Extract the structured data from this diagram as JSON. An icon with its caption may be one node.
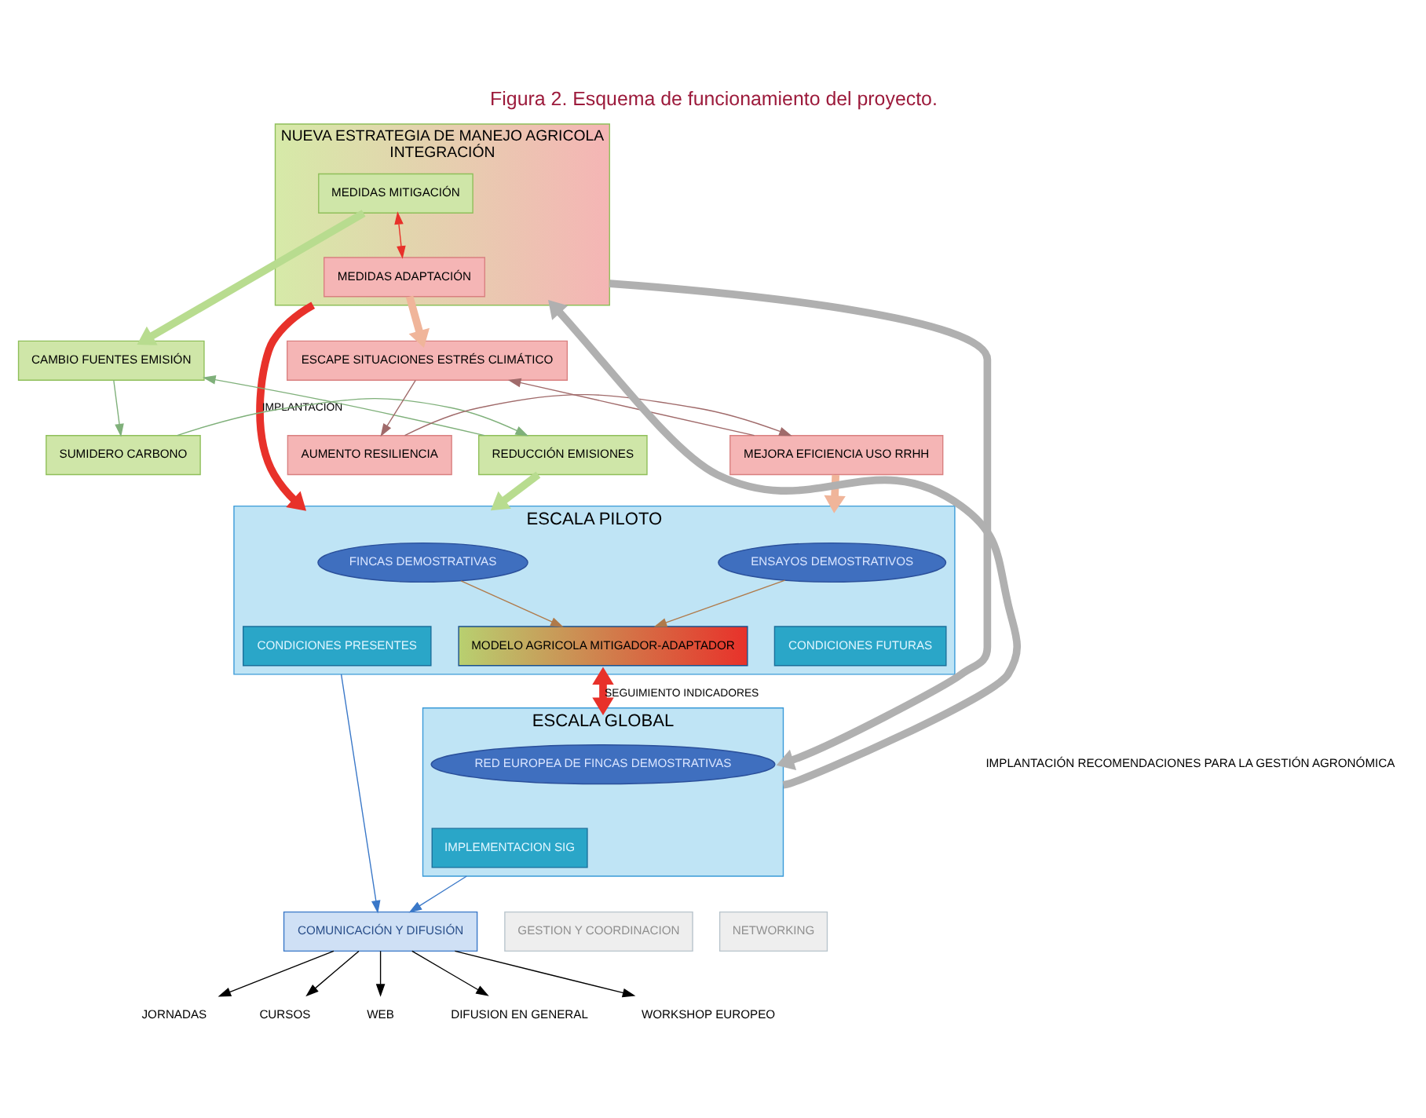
{
  "diagram": {
    "title": "Figura 2. Esquema de funcionamiento del proyecto.",
    "nodes": [
      {
        "text": [
          "NUEVA ESTRATEGIA DE MANEJO AGRICOLA",
          "INTEGRACIÓN"
        ]
      },
      {
        "text": [
          "MEDIDAS MITIGACIÓN"
        ],
        "in": 0
      },
      {
        "text": [
          "MEDIDAS ADAPTACIÓN"
        ],
        "in": 0
      },
      {
        "text": [
          "CAMBIO FUENTES EMISIÓN"
        ]
      },
      {
        "text": [
          "REDUCCIÓN EMISIONES"
        ]
      },
      {
        "text": [
          "SUMIDERO CARBONO"
        ]
      },
      {
        "text": [
          "ESCAPE SITUACIONES ESTRÉS CLIMÁTICO"
        ]
      },
      {
        "text": [
          "MEJORA EFICIENCIA USO RRHH"
        ]
      },
      {
        "text": [
          "AUMENTO RESILIENCIA"
        ]
      },
      {
        "text": [
          "ESCALA PILOTO"
        ]
      },
      {
        "text": [
          "FINCAS DEMOSTRATIVAS"
        ],
        "in": 9
      },
      {
        "text": [
          "ENSAYOS DEMOSTRATIVOS"
        ],
        "in": 9
      },
      {
        "text": [
          "CONDICIONES PRESENTES"
        ],
        "in": 9
      },
      {
        "text": [
          "CONDICIONES FUTURAS"
        ],
        "in": 9
      },
      {
        "text": [
          "MODELO AGRICOLA MITIGADOR-ADAPTADOR"
        ],
        "in": 9
      },
      {
        "text": [
          "ESCALA GLOBAL"
        ]
      },
      {
        "text": [
          "RED EUROPEA DE FINCAS DEMOSTRATIVAS"
        ],
        "in": 15
      },
      {
        "text": [
          "IMPLEMENTACION SIG"
        ],
        "in": 15
      },
      {
        "text": [
          "COMUNICACIÓN Y DIFUSIÓN"
        ]
      },
      {
        "text": [
          "JORNADAS"
        ]
      },
      {
        "text": [
          "CURSOS"
        ]
      },
      {
        "text": [
          "WEB"
        ]
      },
      {
        "text": [
          "DIFUSION EN GENERAL"
        ]
      },
      {
        "text": [
          "WORKSHOP EUROPEO"
        ]
      },
      {
        "text": [
          "GESTION Y COORDINACION"
        ]
      },
      {
        "text": [
          "NETWORKING"
        ]
      }
    ],
    "edges": [
      {
        "from": 1,
        "to": 2,
        "arrow": "both",
        "color": "#e8312a"
      },
      {
        "from": 0,
        "to": 9,
        "arrow": "to",
        "label": "IMPLANTACIÓN",
        "style": "thick",
        "color": "#e8312a"
      },
      {
        "from": 1,
        "to": 3,
        "arrow": "to",
        "style": "thick",
        "color": "#b8dc8f"
      },
      {
        "from": 2,
        "to": 6,
        "arrow": "to",
        "style": "thick",
        "color": "#f0b59a"
      },
      {
        "from": 3,
        "to": 5,
        "arrow": "to",
        "color": "#7fb07a"
      },
      {
        "from": 5,
        "to": 4,
        "arrow": "to",
        "color": "#7fb07a"
      },
      {
        "from": 4,
        "to": 3,
        "arrow": "to",
        "color": "#7fb07a"
      },
      {
        "from": 6,
        "to": 8,
        "arrow": "to",
        "color": "#a06a6a"
      },
      {
        "from": 8,
        "to": 7,
        "arrow": "to",
        "color": "#a06a6a"
      },
      {
        "from": 7,
        "to": 6,
        "arrow": "to",
        "color": "#a06a6a"
      },
      {
        "from": 4,
        "to": 9,
        "arrow": "to",
        "style": "thick",
        "color": "#b8dc8f"
      },
      {
        "from": 7,
        "to": 9,
        "arrow": "to",
        "style": "thick",
        "color": "#f0b59a"
      },
      {
        "from": 10,
        "to": 14,
        "arrow": "to",
        "color": "#b07a4a"
      },
      {
        "from": 11,
        "to": 14,
        "arrow": "to",
        "color": "#b07a4a"
      },
      {
        "from": 9,
        "to": 15,
        "arrow": "both",
        "label": "SEGUIMIENTO INDICADORES",
        "style": "thick",
        "color": "#e8312a"
      },
      {
        "from": 0,
        "to": 15,
        "arrow": "to",
        "style": "thick",
        "color": "#b0b0b0"
      },
      {
        "from": 15,
        "to": 0,
        "arrow": "to",
        "style": "thick",
        "color": "#b0b0b0"
      },
      {
        "from": 9,
        "to": 18,
        "arrow": "to",
        "color": "#3a78c8"
      },
      {
        "from": 15,
        "to": 18,
        "arrow": "to",
        "color": "#3a78c8"
      },
      {
        "from": 18,
        "to": 19,
        "arrow": "to"
      },
      {
        "from": 18,
        "to": 20,
        "arrow": "to"
      },
      {
        "from": 18,
        "to": 21,
        "arrow": "to"
      },
      {
        "from": 18,
        "to": 22,
        "arrow": "to"
      },
      {
        "from": 18,
        "to": 23,
        "arrow": "to"
      }
    ],
    "labels": [
      "IMPLANTACIÓN RECOMENDACIONES PARA LA GESTIÓN AGRONÓMICA"
    ]
  }
}
